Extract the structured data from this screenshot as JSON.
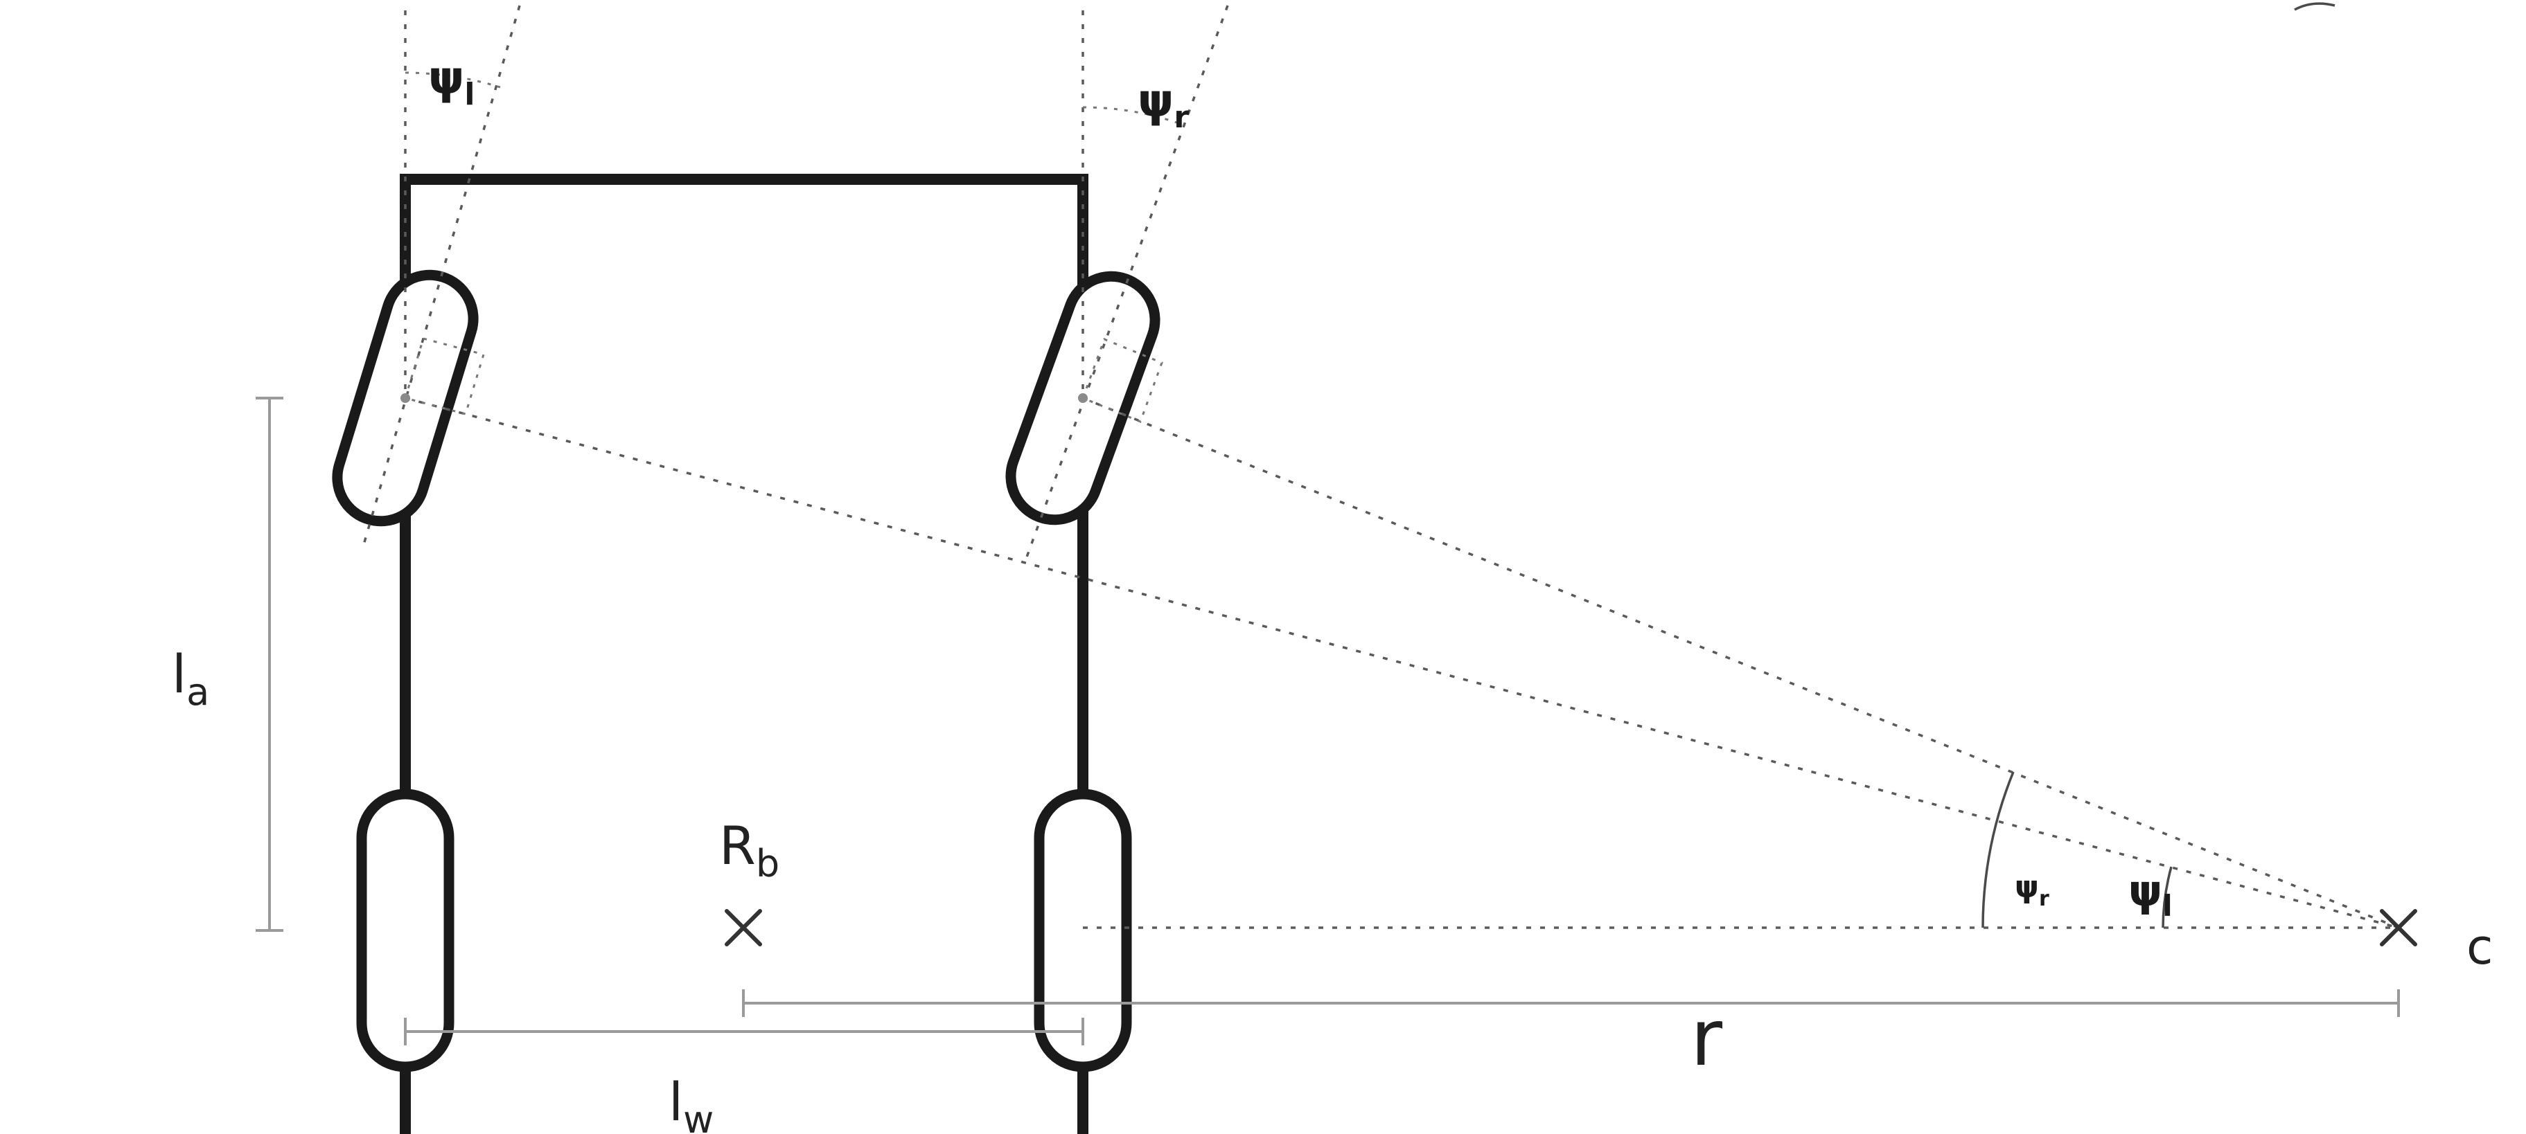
{
  "diagram": {
    "angle_labels": {
      "front_left": {
        "symbol": "ψ",
        "subscript": "l"
      },
      "front_right": {
        "symbol": "ψ",
        "subscript": "r"
      },
      "center_right": {
        "symbol": "ψ",
        "subscript": "r"
      },
      "center_left": {
        "symbol": "ψ",
        "subscript": "l"
      }
    },
    "dimension_labels": {
      "axle_distance": {
        "symbol": "l",
        "subscript": "a"
      },
      "track_width": {
        "symbol": "l",
        "subscript": "w"
      },
      "body_point": {
        "symbol": "R",
        "subscript": "b"
      },
      "turn_radius": {
        "symbol": "r"
      },
      "turn_center": {
        "symbol": "c"
      }
    },
    "colors": {
      "body_outline": "#1a1a1a",
      "dashed_line": "#5a5a5a",
      "measure_line": "#9a9a9a",
      "label_text": "#1a1a1a"
    }
  }
}
